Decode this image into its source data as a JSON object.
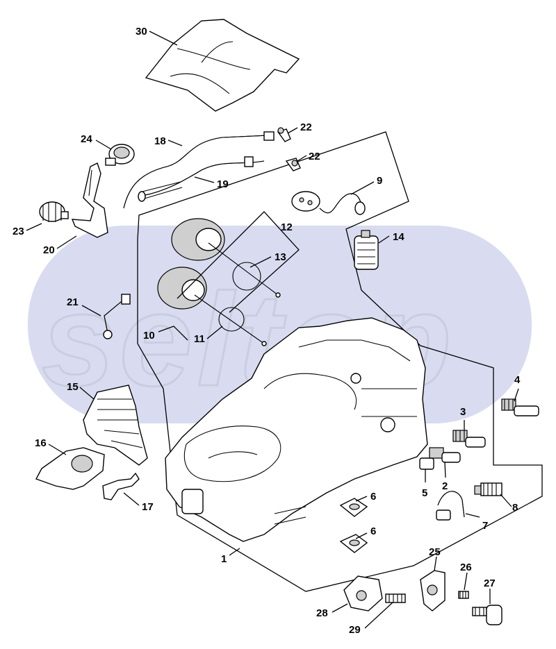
{
  "diagram": {
    "watermark_text": "seltop",
    "watermark_color": "#d9dcf0",
    "line_color": "#000000",
    "callouts": [
      {
        "id": "c1",
        "label": "1"
      },
      {
        "id": "c2",
        "label": "2"
      },
      {
        "id": "c3",
        "label": "3"
      },
      {
        "id": "c4",
        "label": "4"
      },
      {
        "id": "c5",
        "label": "5"
      },
      {
        "id": "c6a",
        "label": "6"
      },
      {
        "id": "c6b",
        "label": "6"
      },
      {
        "id": "c7",
        "label": "7"
      },
      {
        "id": "c8",
        "label": "8"
      },
      {
        "id": "c9",
        "label": "9"
      },
      {
        "id": "c10",
        "label": "10"
      },
      {
        "id": "c11",
        "label": "11"
      },
      {
        "id": "c12",
        "label": "12"
      },
      {
        "id": "c13",
        "label": "13"
      },
      {
        "id": "c14",
        "label": "14"
      },
      {
        "id": "c15",
        "label": "15"
      },
      {
        "id": "c16",
        "label": "16"
      },
      {
        "id": "c17",
        "label": "17"
      },
      {
        "id": "c18",
        "label": "18"
      },
      {
        "id": "c19",
        "label": "19"
      },
      {
        "id": "c20",
        "label": "20"
      },
      {
        "id": "c21",
        "label": "21"
      },
      {
        "id": "c22a",
        "label": "22"
      },
      {
        "id": "c22b",
        "label": "22"
      },
      {
        "id": "c23",
        "label": "23"
      },
      {
        "id": "c24",
        "label": "24"
      },
      {
        "id": "c25",
        "label": "25"
      },
      {
        "id": "c26",
        "label": "26"
      },
      {
        "id": "c27",
        "label": "27"
      },
      {
        "id": "c28",
        "label": "28"
      },
      {
        "id": "c29",
        "label": "29"
      },
      {
        "id": "c30",
        "label": "30"
      }
    ]
  }
}
